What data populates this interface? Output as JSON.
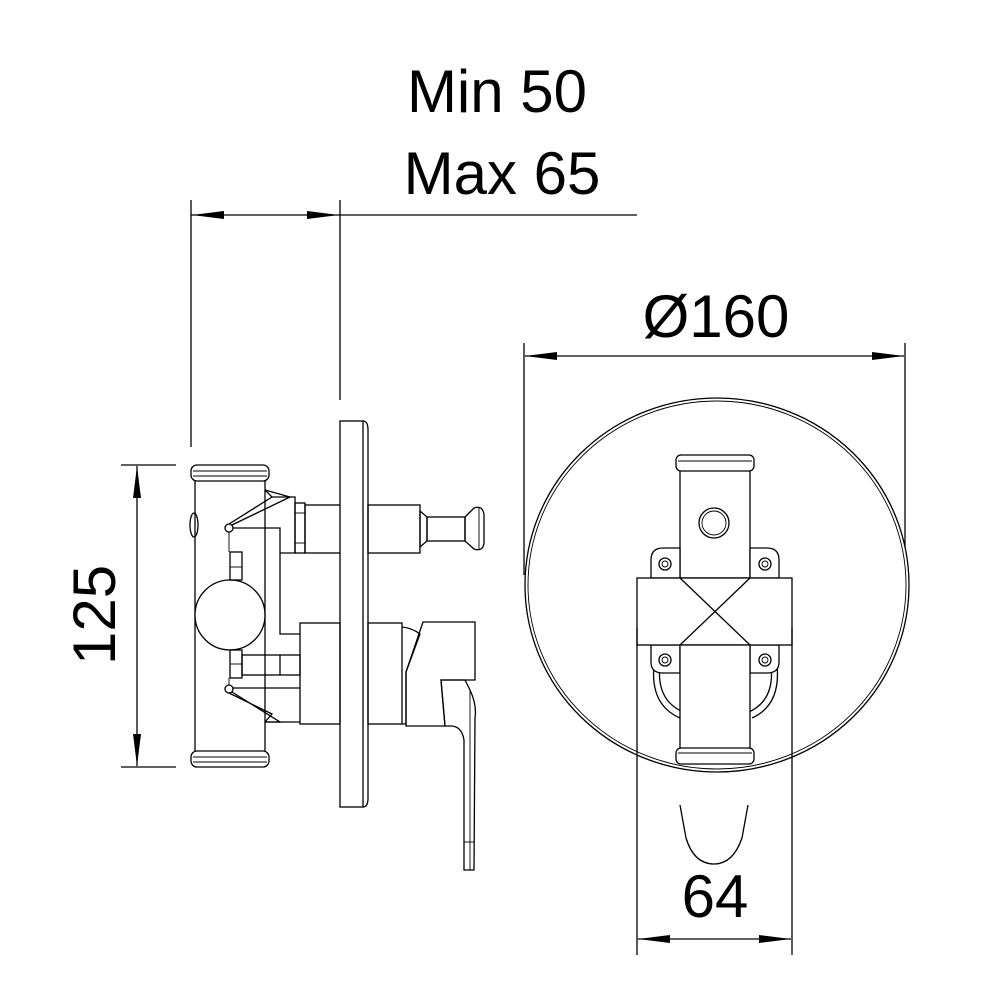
{
  "drawing": {
    "title": "Concealed shower mixer with diverter - technical dimension drawing",
    "views": [
      "side-view",
      "front-view"
    ],
    "line_color": "#000000",
    "background_color": "#ffffff"
  },
  "dimensions": {
    "depth_min_label": "Min 50",
    "depth_max_label": "Max 65",
    "height_label": "125",
    "plate_diameter_label": "Ø160",
    "handle_width_label": "64"
  }
}
